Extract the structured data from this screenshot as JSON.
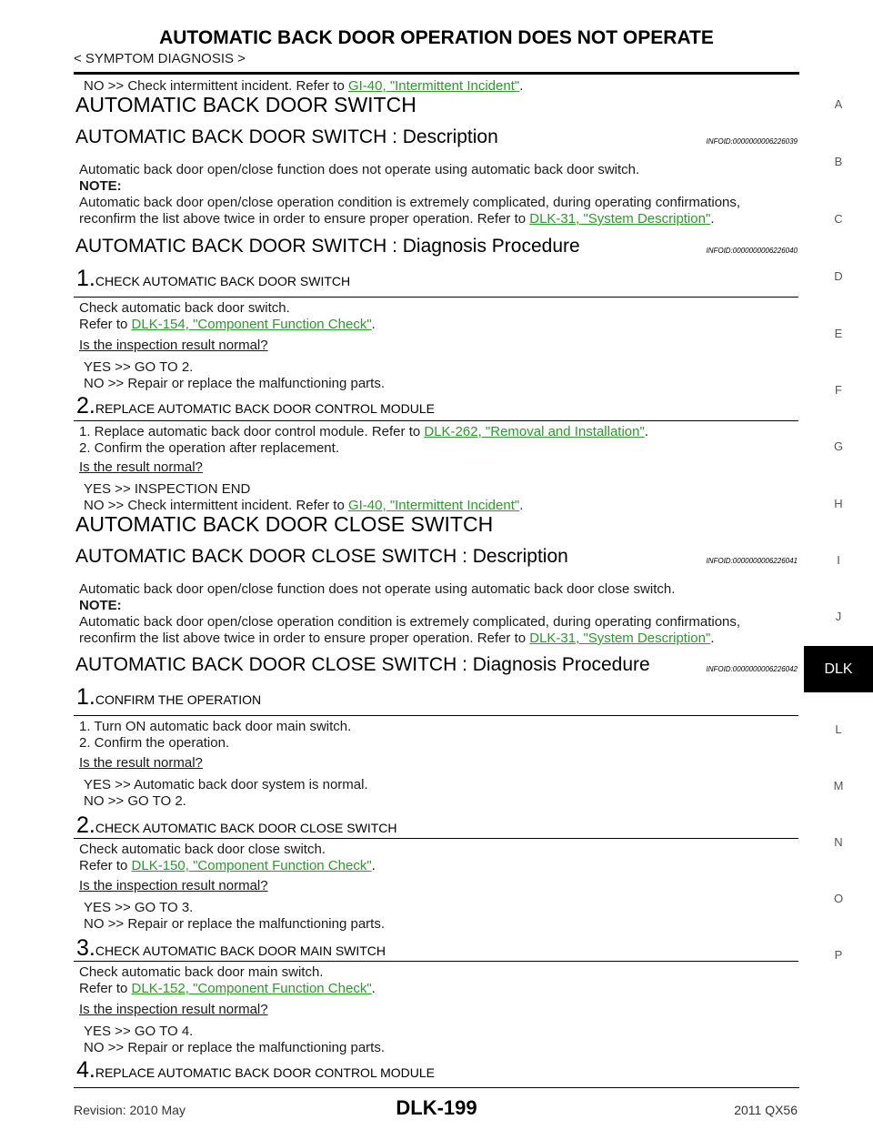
{
  "header": {
    "title": "AUTOMATIC BACK DOOR OPERATION DOES NOT OPERATE",
    "subtitle": "< SYMPTOM DIAGNOSIS >"
  },
  "top_line": {
    "text": "NO       >> Check intermittent incident. Refer to ",
    "link": "GI-40, \"Intermittent Incident\"",
    "tail": "."
  },
  "sec1": {
    "heading": "AUTOMATIC BACK DOOR SWITCH",
    "desc": {
      "heading": "AUTOMATIC BACK DOOR SWITCH : Description",
      "infoid": "INFOID:0000000006226039",
      "line1": "Automatic back door open/close function does not operate using automatic back door switch.",
      "note": "NOTE:",
      "line2": "Automatic back door open/close operation condition is extremely complicated, during operating confirmations,",
      "line3": "reconfirm the list above twice in order to ensure proper operation. Refer to ",
      "link": "DLK-31, \"System Description\"",
      "tail": "."
    },
    "diag": {
      "heading": "AUTOMATIC BACK DOOR SWITCH : Diagnosis Procedure",
      "infoid": "INFOID:0000000006226040",
      "step1": {
        "num": "1.",
        "title": "CHECK AUTOMATIC BACK DOOR SWITCH",
        "line1": "Check automatic back door switch.",
        "line2": "Refer to ",
        "link": "DLK-154, \"Component Function Check\"",
        "tail": ".",
        "question": "Is the inspection result normal?",
        "yes": "YES      >> GO TO 2.",
        "no": "NO       >> Repair or replace the malfunctioning parts."
      },
      "step2": {
        "num": "2.",
        "title": "REPLACE AUTOMATIC BACK DOOR CONTROL MODULE",
        "line1": "1.   Replace automatic back door control module. Refer to ",
        "link": "DLK-262, \"Removal and Installation\"",
        "tail": ".",
        "line2": "2.   Confirm the operation after replacement.",
        "question": "Is the result normal?",
        "yes": "YES      >> INSPECTION END",
        "no": "NO       >> Check intermittent incident. Refer to ",
        "no_link": "GI-40, \"Intermittent Incident\"",
        "no_tail": "."
      }
    }
  },
  "sec2": {
    "heading": "AUTOMATIC BACK DOOR CLOSE SWITCH",
    "desc": {
      "heading": "AUTOMATIC BACK DOOR CLOSE SWITCH : Description",
      "infoid": "INFOID:0000000006226041",
      "line1": "Automatic back door open/close function does not operate using automatic back door close switch.",
      "note": "NOTE:",
      "line2": "Automatic back door open/close operation condition is extremely complicated, during operating confirmations,",
      "line3": "reconfirm the list above twice in order to ensure proper operation. Refer to ",
      "link": "DLK-31, \"System Description\"",
      "tail": "."
    },
    "diag": {
      "heading": "AUTOMATIC BACK DOOR CLOSE SWITCH : Diagnosis Procedure",
      "infoid": "INFOID:0000000006226042",
      "step1": {
        "num": "1.",
        "title": "CONFIRM THE OPERATION",
        "line1": "1.   Turn ON automatic back door main switch.",
        "line2": "2.   Confirm the operation.",
        "question": "Is the result normal?",
        "yes": "YES      >> Automatic back door system is normal.",
        "no": "NO       >> GO TO 2."
      },
      "step2": {
        "num": "2.",
        "title": "CHECK AUTOMATIC BACK DOOR CLOSE SWITCH",
        "line1": "Check automatic back door close switch.",
        "line2": "Refer to ",
        "link": "DLK-150, \"Component Function Check\"",
        "tail": ".",
        "question": "Is the inspection result normal?",
        "yes": "YES      >> GO TO 3.",
        "no": "NO       >> Repair or replace the malfunctioning parts."
      },
      "step3": {
        "num": "3.",
        "title": "CHECK AUTOMATIC BACK DOOR MAIN SWITCH",
        "line1": "Check automatic back door main switch.",
        "line2": "Refer to ",
        "link": "DLK-152, \"Component Function Check\"",
        "tail": ".",
        "question": "Is the inspection result normal?",
        "yes": "YES      >> GO TO 4.",
        "no": "NO       >> Repair or replace the malfunctioning parts."
      },
      "step4": {
        "num": "4.",
        "title": "REPLACE AUTOMATIC BACK DOOR CONTROL MODULE"
      }
    }
  },
  "side_index": [
    "A",
    "B",
    "C",
    "D",
    "E",
    "F",
    "G",
    "H",
    "I",
    "J",
    "DLK",
    "L",
    "M",
    "N",
    "O",
    "P"
  ],
  "footer": {
    "page": "DLK-199",
    "revision": "Revision: 2010 May",
    "model": "2011 QX56"
  },
  "colors": {
    "link": "#2a9a2a",
    "tab_bg": "#000000"
  }
}
